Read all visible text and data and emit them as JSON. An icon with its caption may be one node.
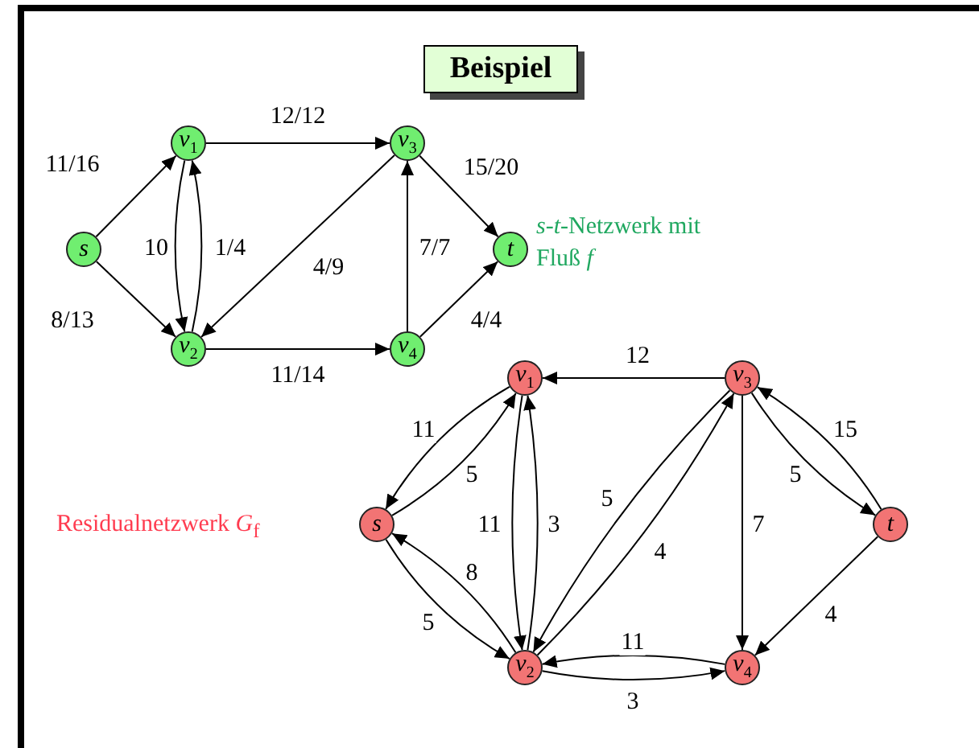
{
  "diagram": {
    "title": "Beispiel",
    "nodes": [
      {
        "text": [
          "s"
        ]
      },
      {
        "text": [
          "v$_{1}$"
        ]
      },
      {
        "text": [
          "v$_{2}$"
        ]
      },
      {
        "text": [
          "v$_{3}$"
        ]
      },
      {
        "text": [
          "v$_{4}$"
        ]
      },
      {
        "text": [
          "t"
        ]
      },
      {
        "text": [
          "v$_{1}$"
        ]
      },
      {
        "text": [
          "v$_{3}$"
        ]
      },
      {
        "text": [
          "s"
        ]
      },
      {
        "text": [
          "t"
        ]
      },
      {
        "text": [
          "v$_{2}$"
        ]
      },
      {
        "text": [
          "v$_{4}$"
        ]
      }
    ],
    "edges": [
      {
        "from": 0,
        "to": 1,
        "arrow": "to",
        "label": "11/16"
      },
      {
        "from": 0,
        "to": 2,
        "arrow": "to",
        "label": "8/13"
      },
      {
        "from": 1,
        "to": 2,
        "arrow": "to",
        "label": "10"
      },
      {
        "from": 2,
        "to": 1,
        "arrow": "to",
        "label": "1/4"
      },
      {
        "from": 1,
        "to": 3,
        "arrow": "to",
        "label": "12/12"
      },
      {
        "from": 3,
        "to": 2,
        "arrow": "to",
        "label": "4/9"
      },
      {
        "from": 4,
        "to": 3,
        "arrow": "to",
        "label": "7/7"
      },
      {
        "from": 3,
        "to": 5,
        "arrow": "to",
        "label": "15/20"
      },
      {
        "from": 4,
        "to": 5,
        "arrow": "to",
        "label": "4/4"
      },
      {
        "from": 2,
        "to": 4,
        "arrow": "to",
        "label": "11/14"
      },
      {
        "from": 7,
        "to": 6,
        "arrow": "to",
        "label": "12"
      },
      {
        "from": 6,
        "to": 8,
        "arrow": "to",
        "label": "11"
      },
      {
        "from": 8,
        "to": 6,
        "arrow": "to",
        "label": "5"
      },
      {
        "from": 6,
        "to": 10,
        "arrow": "to",
        "label": "11"
      },
      {
        "from": 10,
        "to": 6,
        "arrow": "to",
        "label": "3"
      },
      {
        "from": 7,
        "to": 10,
        "arrow": "to",
        "label": "5"
      },
      {
        "from": 10,
        "to": 7,
        "arrow": "to",
        "label": "4"
      },
      {
        "from": 7,
        "to": 11,
        "arrow": "to",
        "label": "7"
      },
      {
        "from": 7,
        "to": 9,
        "arrow": "to",
        "label": "5"
      },
      {
        "from": 9,
        "to": 7,
        "arrow": "to",
        "label": "15"
      },
      {
        "from": 9,
        "to": 11,
        "arrow": "to",
        "label": "4"
      },
      {
        "from": 10,
        "to": 8,
        "arrow": "to",
        "label": "8"
      },
      {
        "from": 8,
        "to": 10,
        "arrow": "to",
        "label": "5"
      },
      {
        "from": 11,
        "to": 10,
        "arrow": "to",
        "label": "11"
      },
      {
        "from": 10,
        "to": 11,
        "arrow": "to",
        "label": "3"
      }
    ],
    "labels": [
      "*s*-*t*-Netzwerk mit Fluß *f*",
      "Residualnetzwerk *G*$_{f}$"
    ]
  }
}
